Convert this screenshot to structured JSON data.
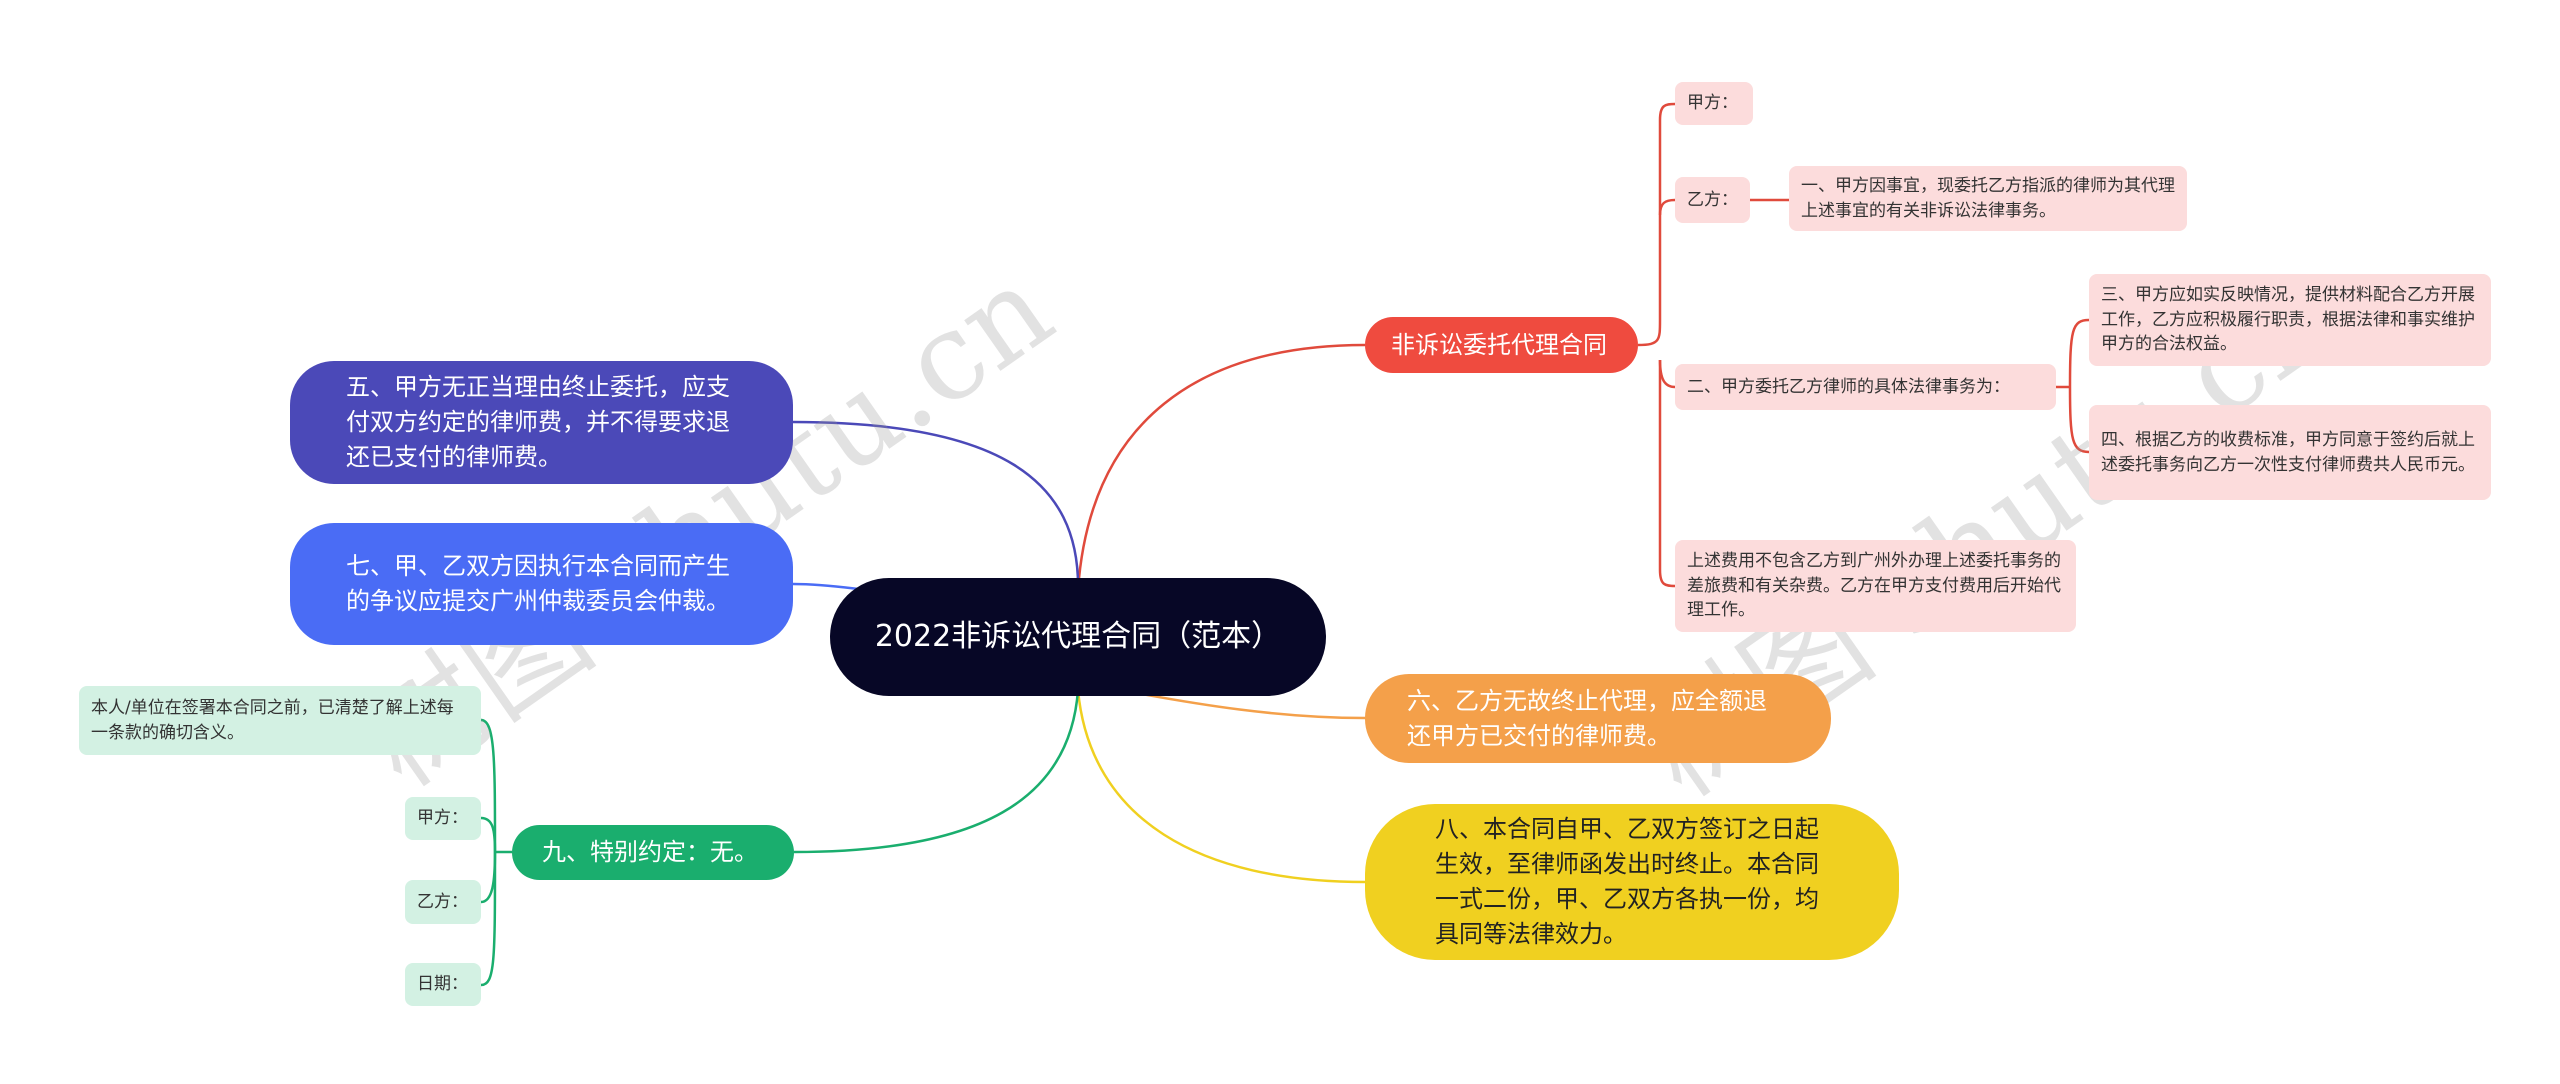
{
  "root": "2022非诉讼代理合同（范本）",
  "branches": {
    "contract": "非诉讼委托代理合同",
    "five": "五、甲方无正当理由终止委托，应支付双方约定的律师费，并不得要求退还已支付的律师费。",
    "seven": "七、甲、乙双方因执行本合同而产生的争议应提交广州仲裁委员会仲裁。",
    "six": "六、乙方无故终止代理，应全额退还甲方已交付的律师费。",
    "eight": "八、本合同自甲、乙双方签订之日起生效，至律师函发出时终止。本合同一式二份，甲、乙双方各执一份，均具同等法律效力。",
    "nine": "九、特别约定：无。"
  },
  "contract_children": {
    "party_a": "甲方：",
    "party_b": "乙方：",
    "item1": "一、甲方因事宜，现委托乙方指派的律师为其代理上述事宜的有关非诉讼法律事务。",
    "item2": "二、甲方委托乙方律师的具体法律事务为：",
    "item3": "三、甲方应如实反映情况，提供材料配合乙方开展工作，乙方应积极履行职责，根据法律和事实维护甲方的合法权益。",
    "item4": "四、根据乙方的收费标准，甲方同意于签约后就上述委托事务向乙方一次性支付律师费共人民币元。",
    "fees": "上述费用不包含乙方到广州外办理上述委托事务的差旅费和有关杂费。乙方在甲方支付费用后开始代理工作。"
  },
  "nine_children": {
    "statement": "本人/单位在签署本合同之前，已清楚了解上述每一条款的确切含义。",
    "party_a": "甲方：",
    "party_b": "乙方：",
    "date": "日期："
  },
  "watermark": "树图 shutu.cn",
  "colors": {
    "root": "#070726",
    "red": "#ef4b3f",
    "indigo": "#4b49b8",
    "blue": "#4a6cf5",
    "orange": "#f4a04a",
    "yellow": "#f0d020",
    "green": "#1aae6e"
  }
}
